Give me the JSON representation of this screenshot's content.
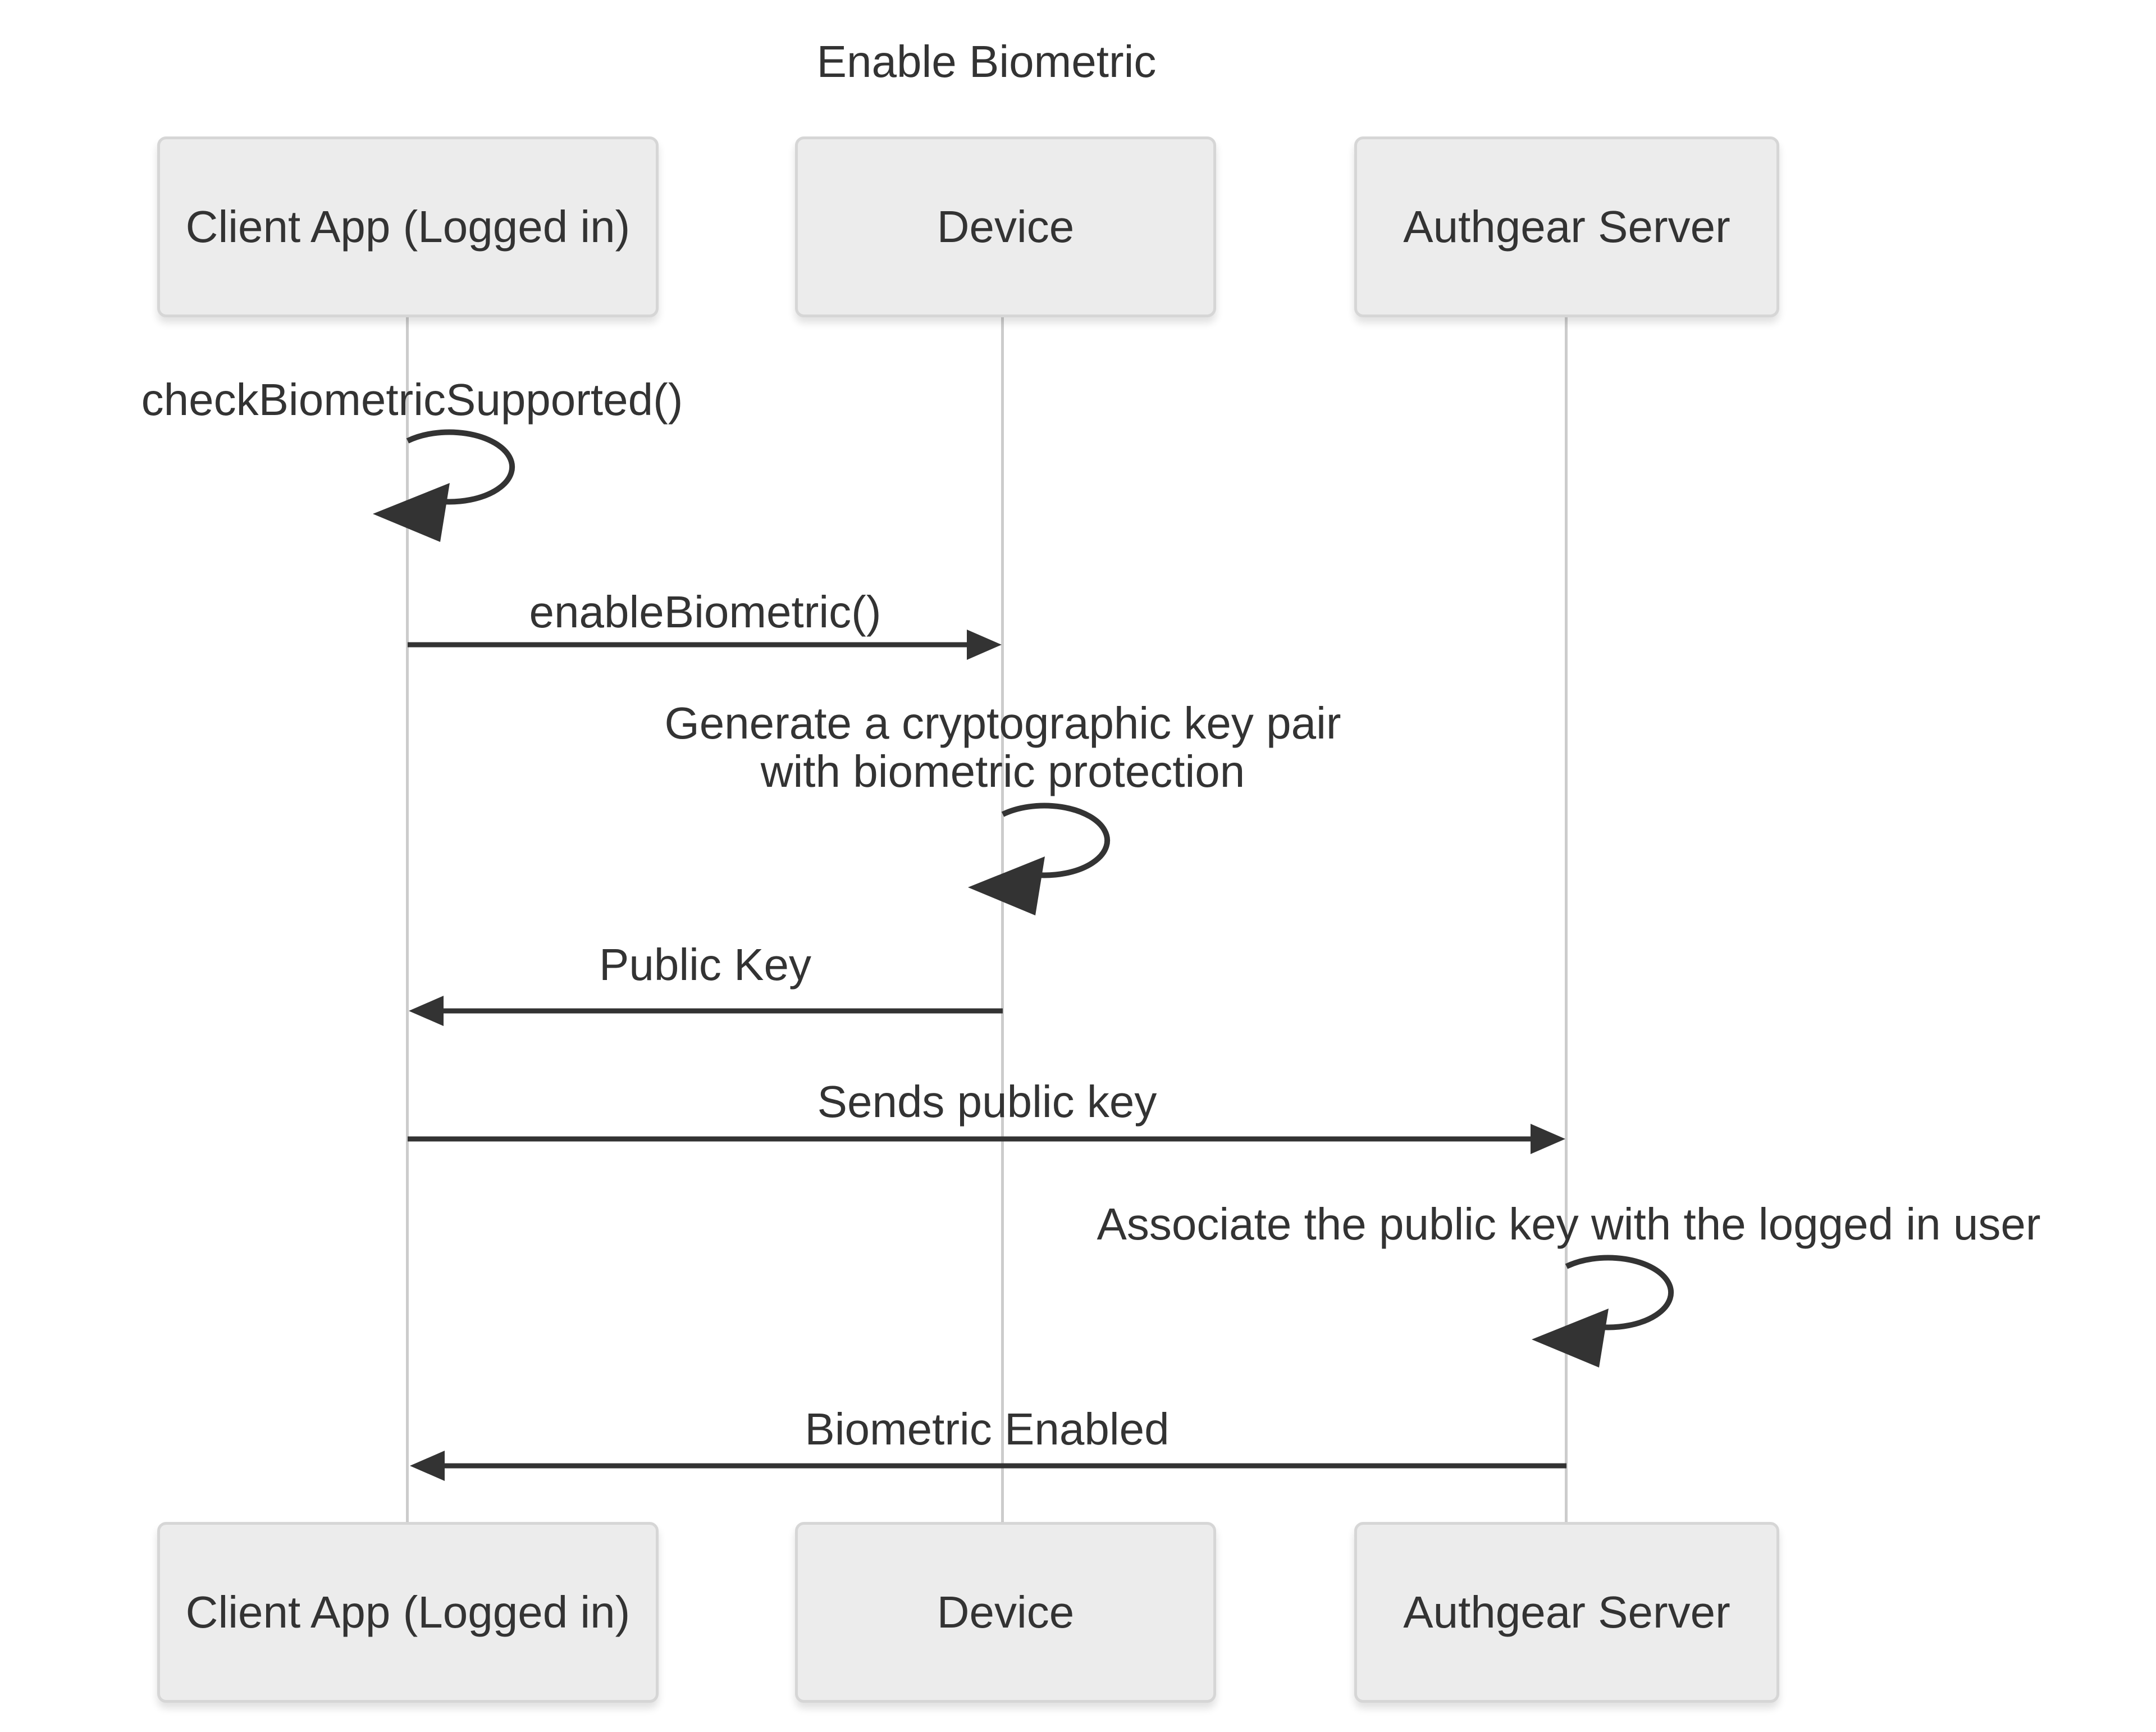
{
  "title": "Enable Biometric",
  "diagram_type": "sequence",
  "colors": {
    "background": "#ffffff",
    "text": "#333333",
    "arrow": "#333333",
    "lifeline": "#cccccc",
    "actor_fill": "#ececec",
    "actor_border": "#d6d6d6"
  },
  "participants": [
    {
      "id": "client",
      "label": "Client App (Logged in)"
    },
    {
      "id": "device",
      "label": "Device"
    },
    {
      "id": "authgear",
      "label": "Authgear Server"
    }
  ],
  "messages": [
    {
      "type": "self",
      "from": "client",
      "to": "client",
      "label": "checkBiometricSupported()"
    },
    {
      "type": "arrow",
      "from": "client",
      "to": "device",
      "label": "enableBiometric()"
    },
    {
      "type": "self",
      "from": "device",
      "to": "device",
      "label": "Generate a cryptographic key pair with biometric protection",
      "lines": [
        "Generate a cryptographic key pair",
        "with biometric protection"
      ]
    },
    {
      "type": "arrow",
      "from": "device",
      "to": "client",
      "label": "Public Key"
    },
    {
      "type": "arrow",
      "from": "client",
      "to": "authgear",
      "label": "Sends public key"
    },
    {
      "type": "self",
      "from": "authgear",
      "to": "authgear",
      "label": "Associate the public key with the logged in user"
    },
    {
      "type": "arrow",
      "from": "authgear",
      "to": "client",
      "label": "Biometric Enabled"
    }
  ]
}
